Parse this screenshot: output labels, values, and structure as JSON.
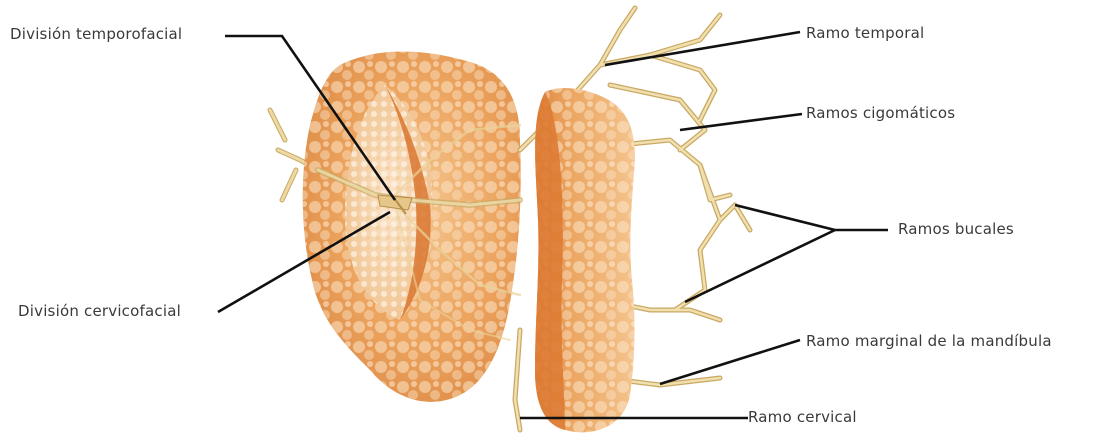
{
  "labels": {
    "temporofacial": "División temporofacial",
    "cervicofacial": "División cervicofacial",
    "temporal": "Ramo temporal",
    "cigomaticos": "Ramos cigomáticos",
    "bucales": "Ramos bucales",
    "marginal": "Ramo marginal de la mandíbula",
    "cervical": "Ramo cervical"
  },
  "colors": {
    "gland_outer": "#eaa25a",
    "gland_dark": "#d9803a",
    "gland_light": "#f6d2a8",
    "cut_surface": "#f3d6b2",
    "nerve": "#e9d39a",
    "nerve_edge": "#c9a862",
    "leader": "#111111"
  }
}
